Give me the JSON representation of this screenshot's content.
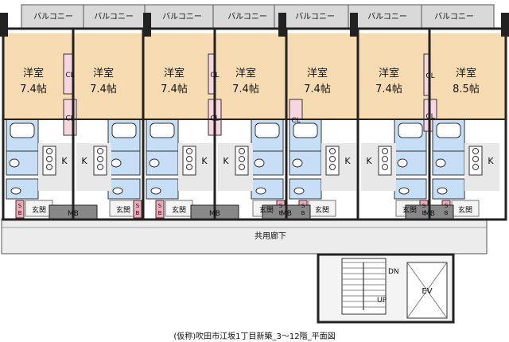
{
  "caption": "(仮称)吹田市江坂1丁目新築_3〜12階_平面図",
  "labels": {
    "balcony": "バルコニー",
    "closet": "CL",
    "kitchen": "K",
    "entrance": "玄関",
    "meter_box": "MB",
    "shoe_box": "SB",
    "corridor": "共用廊下",
    "stair_down": "DN",
    "stair_up": "UP",
    "elevator": "EV"
  },
  "units": [
    {
      "room": "洋室",
      "size": "7.4帖"
    },
    {
      "room": "洋室",
      "size": "7.4帖"
    },
    {
      "room": "洋室",
      "size": "7.4帖"
    },
    {
      "room": "洋室",
      "size": "7.4帖"
    },
    {
      "room": "洋室",
      "size": "7.4帖"
    },
    {
      "room": "洋室",
      "size": "7.4帖"
    },
    {
      "room": "洋室",
      "size": "8.5帖"
    }
  ],
  "colors": {
    "room": "#f7dcb3",
    "wet_area": "#c7def7",
    "closet": "#f7d6df",
    "wall": "#222222",
    "balcony": "#d9d9d9",
    "corridor": "#ececec",
    "kitchen_tile": "#e8e8e8"
  }
}
